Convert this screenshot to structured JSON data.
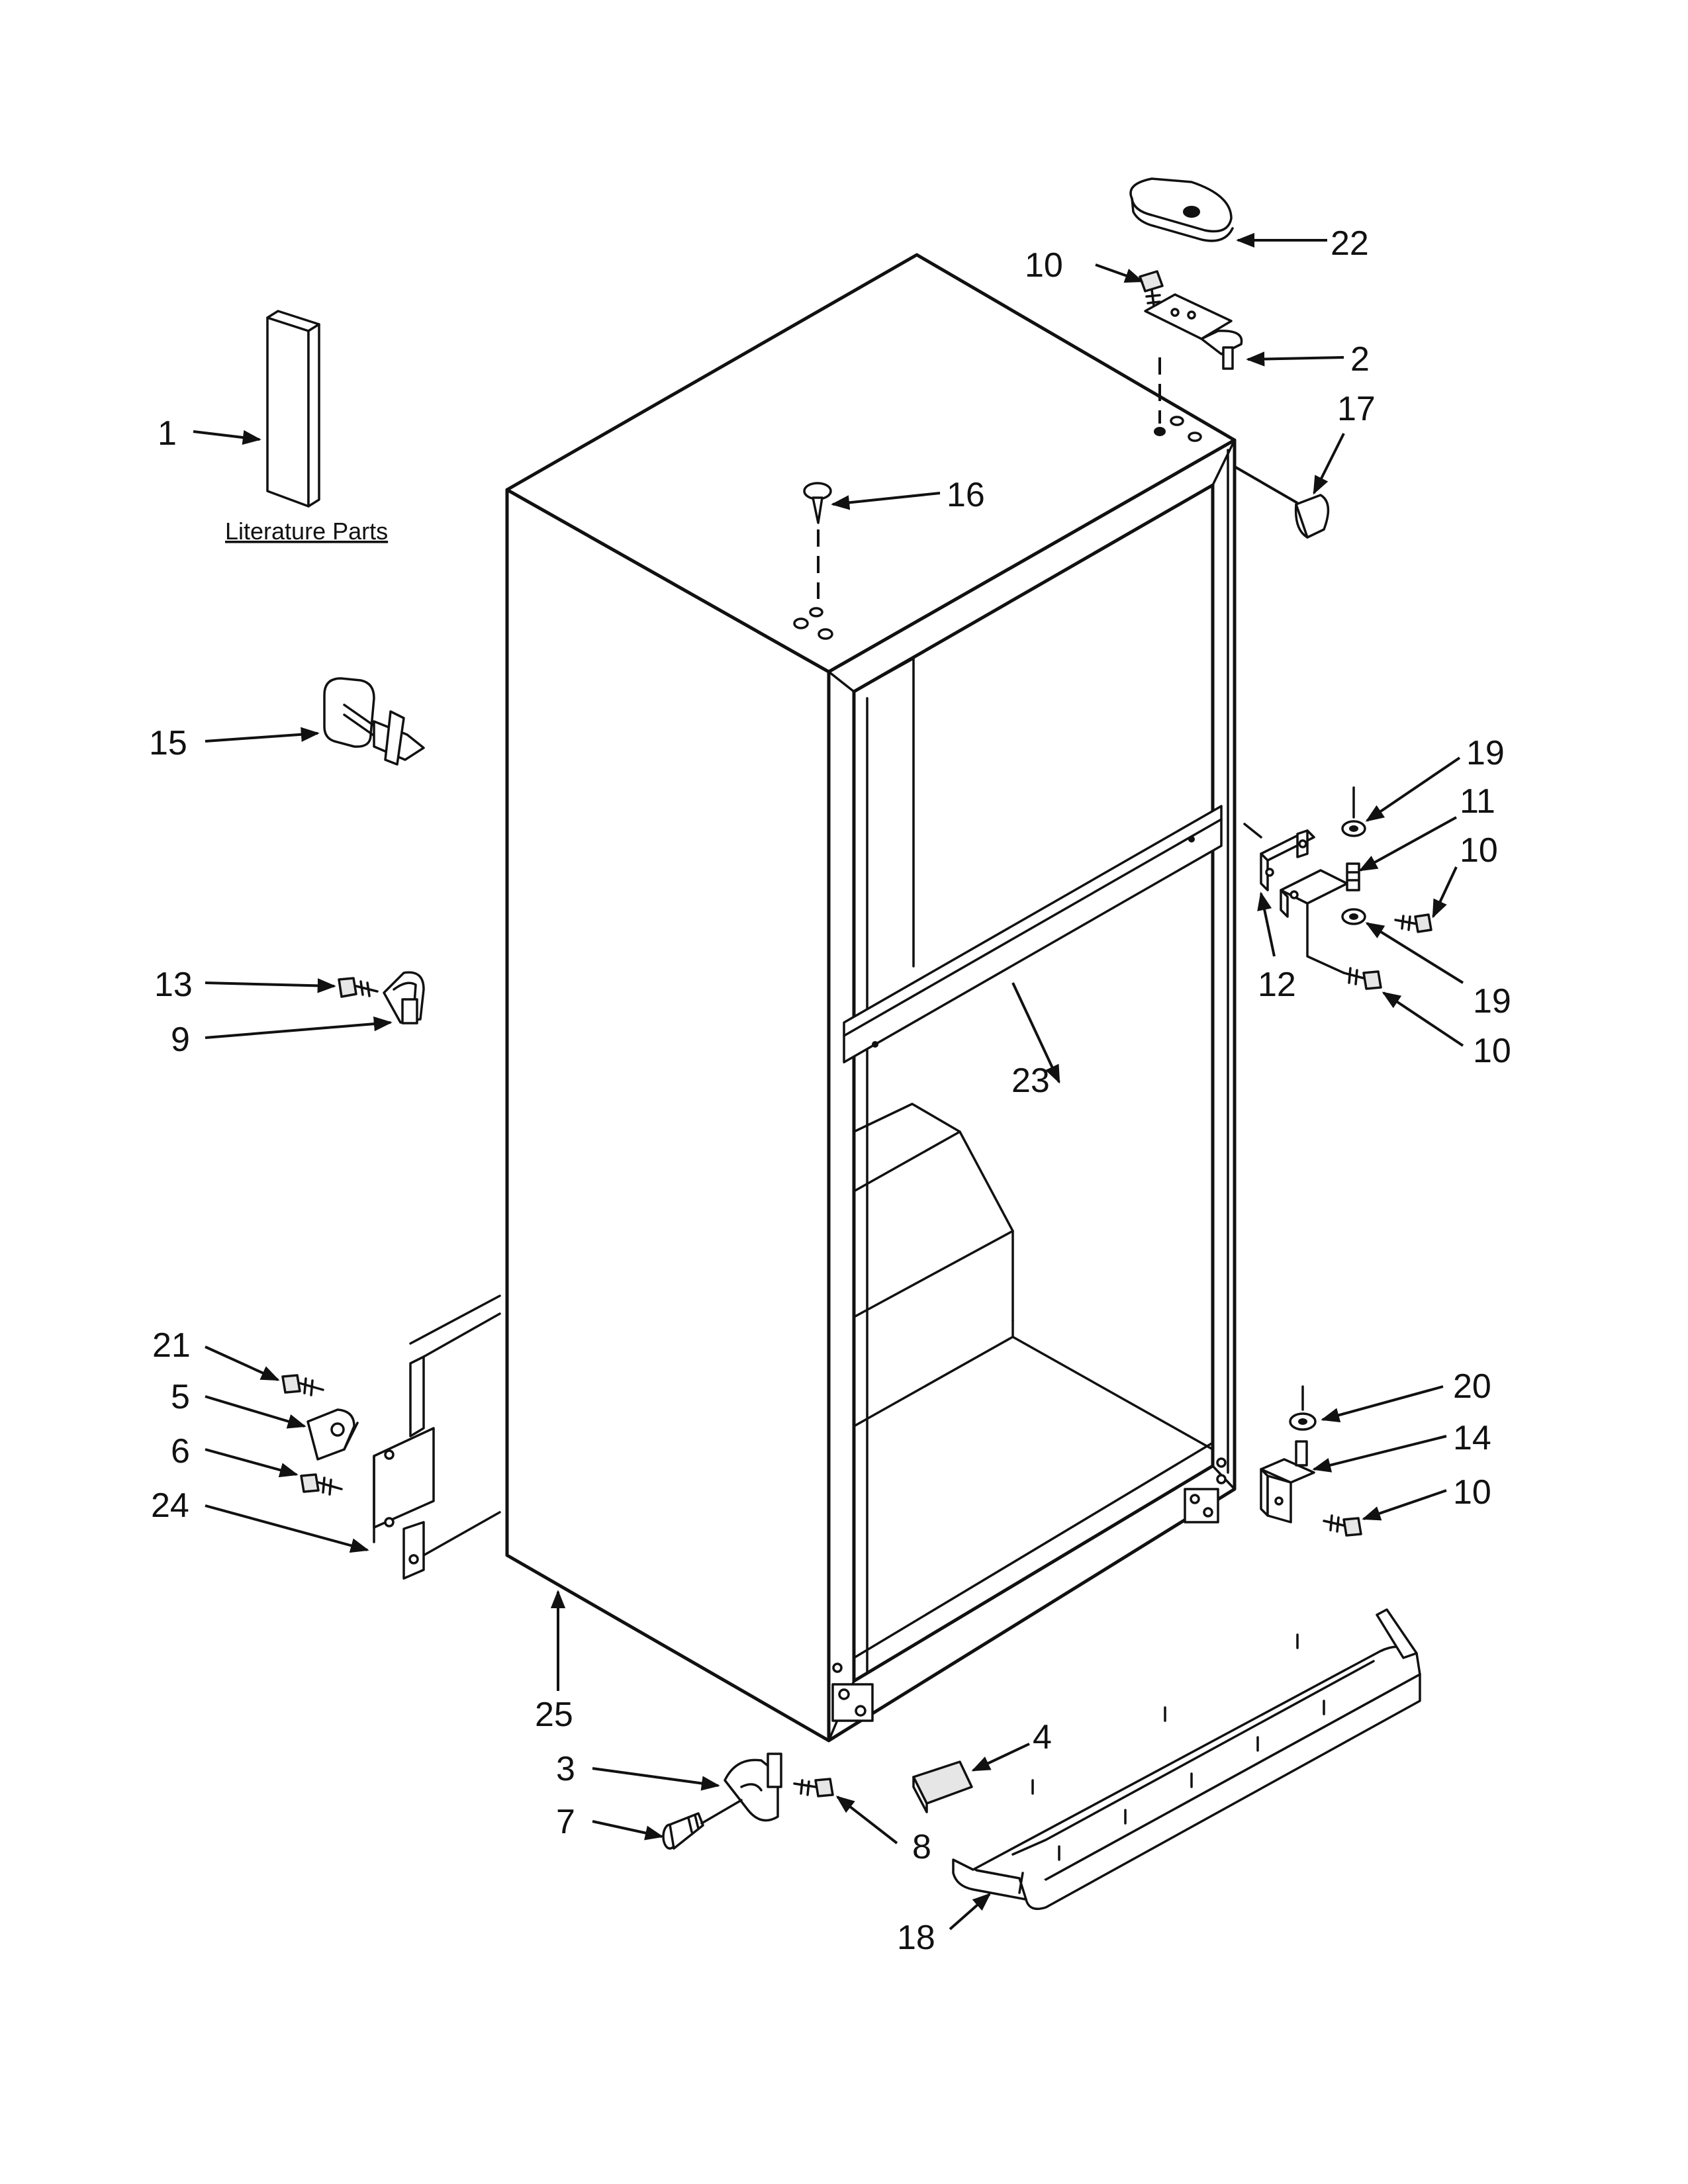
{
  "literature_label": "Literature Parts",
  "callouts": [
    {
      "id": "c1",
      "text": "1"
    },
    {
      "id": "c2",
      "text": "2"
    },
    {
      "id": "c3",
      "text": "3"
    },
    {
      "id": "c4",
      "text": "4"
    },
    {
      "id": "c5",
      "text": "5"
    },
    {
      "id": "c6",
      "text": "6"
    },
    {
      "id": "c7",
      "text": "7"
    },
    {
      "id": "c8",
      "text": "8"
    },
    {
      "id": "c9",
      "text": "9"
    },
    {
      "id": "c10a",
      "text": "10"
    },
    {
      "id": "c10b",
      "text": "10"
    },
    {
      "id": "c10c",
      "text": "10"
    },
    {
      "id": "c10d",
      "text": "10"
    },
    {
      "id": "c11",
      "text": "11"
    },
    {
      "id": "c12",
      "text": "12"
    },
    {
      "id": "c13",
      "text": "13"
    },
    {
      "id": "c14",
      "text": "14"
    },
    {
      "id": "c15",
      "text": "15"
    },
    {
      "id": "c16",
      "text": "16"
    },
    {
      "id": "c17",
      "text": "17"
    },
    {
      "id": "c18",
      "text": "18"
    },
    {
      "id": "c19a",
      "text": "19"
    },
    {
      "id": "c19b",
      "text": "19"
    },
    {
      "id": "c20",
      "text": "20"
    },
    {
      "id": "c21",
      "text": "21"
    },
    {
      "id": "c22",
      "text": "22"
    },
    {
      "id": "c23",
      "text": "23"
    },
    {
      "id": "c24",
      "text": "24"
    },
    {
      "id": "c25",
      "text": "25"
    }
  ]
}
